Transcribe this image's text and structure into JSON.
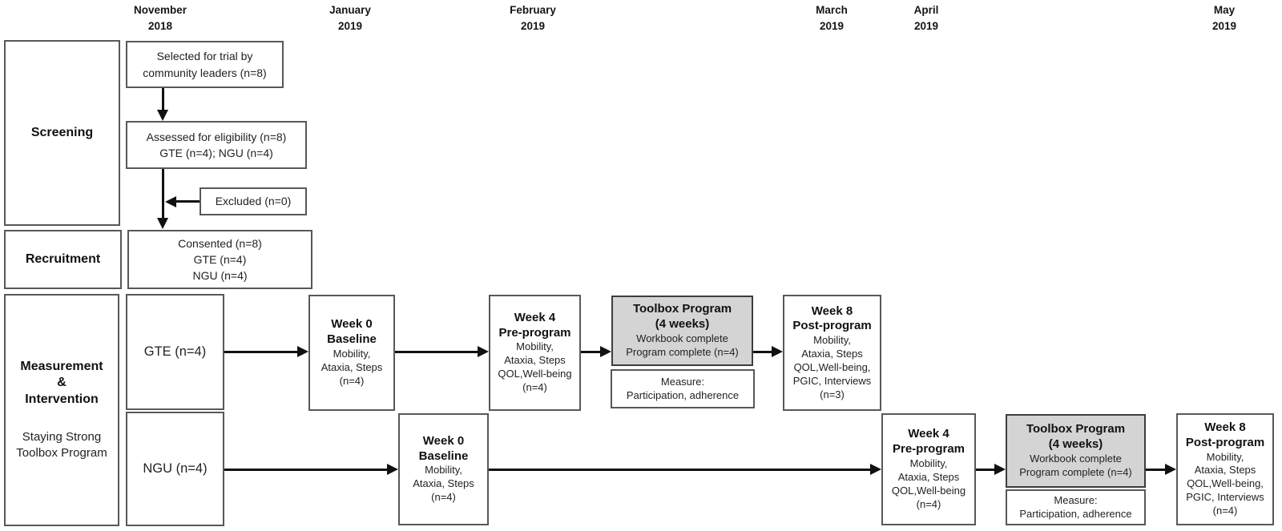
{
  "timeline": [
    {
      "month": "November",
      "year": "2018"
    },
    {
      "month": "January",
      "year": "2019"
    },
    {
      "month": "February",
      "year": "2019"
    },
    {
      "month": "March",
      "year": "2019"
    },
    {
      "month": "April",
      "year": "2019"
    },
    {
      "month": "May",
      "year": "2019"
    }
  ],
  "phases": {
    "screening": "Screening",
    "recruitment": "Recruitment",
    "mi_line1": "Measurement",
    "mi_line2": "&",
    "mi_line3": "Intervention",
    "mi_sub1": "Staying Strong",
    "mi_sub2": "Toolbox Program"
  },
  "screening_flow": {
    "selected": [
      "Selected for trial by",
      "community leaders (n=8)"
    ],
    "assessed": [
      "Assessed for eligibility (n=8)",
      "GTE (n=4); NGU (n=4)"
    ],
    "excluded": "Excluded (n=0)",
    "consented": [
      "Consented (n=8)",
      "GTE (n=4)",
      "NGU (n=4)"
    ]
  },
  "groups": {
    "gte": "GTE (n=4)",
    "ngu": "NGU (n=4)"
  },
  "gte_row": {
    "week0": {
      "title": [
        "Week 0",
        "Baseline"
      ],
      "body": [
        "Mobility,",
        "Ataxia, Steps",
        "(n=4)"
      ]
    },
    "week4": {
      "title": [
        "Week 4",
        "Pre-program"
      ],
      "body": [
        "Mobility,",
        "Ataxia, Steps",
        "QOL,Well-being",
        "(n=4)"
      ]
    },
    "toolbox": {
      "title": [
        "Toolbox Program",
        "(4 weeks)"
      ],
      "body": [
        "Workbook complete",
        "Program complete (n=4)"
      ]
    },
    "measure": [
      "Measure:",
      "Participation, adherence"
    ],
    "week8": {
      "title": [
        "Week 8",
        "Post-program"
      ],
      "body": [
        "Mobility,",
        "Ataxia, Steps",
        "QOL,Well-being,",
        "PGIC, Interviews",
        "(n=3)"
      ]
    }
  },
  "ngu_row": {
    "week0": {
      "title": [
        "Week 0",
        "Baseline"
      ],
      "body": [
        "Mobility,",
        "Ataxia, Steps",
        "(n=4)"
      ]
    },
    "week4": {
      "title": [
        "Week 4",
        "Pre-program"
      ],
      "body": [
        "Mobility,",
        "Ataxia, Steps",
        "QOL,Well-being",
        "(n=4)"
      ]
    },
    "toolbox": {
      "title": [
        "Toolbox Program",
        "(4 weeks)"
      ],
      "body": [
        "Workbook complete",
        "Program complete (n=4)"
      ]
    },
    "measure": [
      "Measure:",
      "Participation, adherence"
    ],
    "week8": {
      "title": [
        "Week 8",
        "Post-program"
      ],
      "body": [
        "Mobility,",
        "Ataxia, Steps",
        "QOL,Well-being,",
        "PGIC, Interviews",
        "(n=4)"
      ]
    }
  },
  "colors": {
    "box_border": "#58585a",
    "shaded_fill": "#d4d4d4",
    "shaded_border": "#3d3d3d",
    "line": "#111111",
    "background": "#ffffff"
  }
}
